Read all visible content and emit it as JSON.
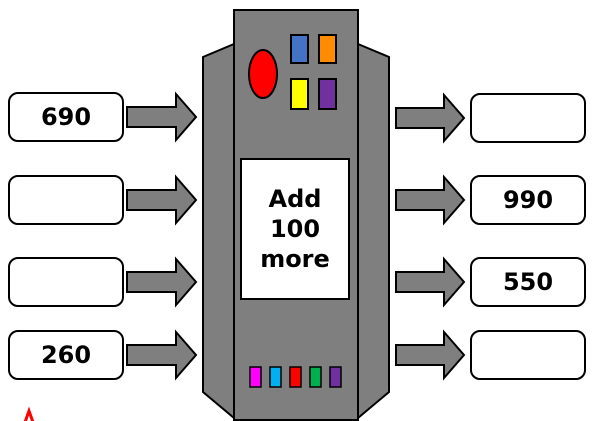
{
  "machine": {
    "instruction_lines": [
      "Add",
      "100",
      "more"
    ]
  },
  "inputs": [
    "690",
    "",
    "",
    "260"
  ],
  "outputs": [
    "",
    "990",
    "550",
    ""
  ],
  "colors": {
    "machine": "#7f7f7f",
    "arrow": "#7f7f7f",
    "indicator": "#ff0000",
    "light_red": "#ff0000",
    "squares": [
      "#4472c4",
      "#ff8c00",
      "#ffff00",
      "#7030a0"
    ],
    "strip": [
      "#ff00ff",
      "#00b0f0",
      "#ff0000",
      "#00b050",
      "#7030a0"
    ]
  }
}
